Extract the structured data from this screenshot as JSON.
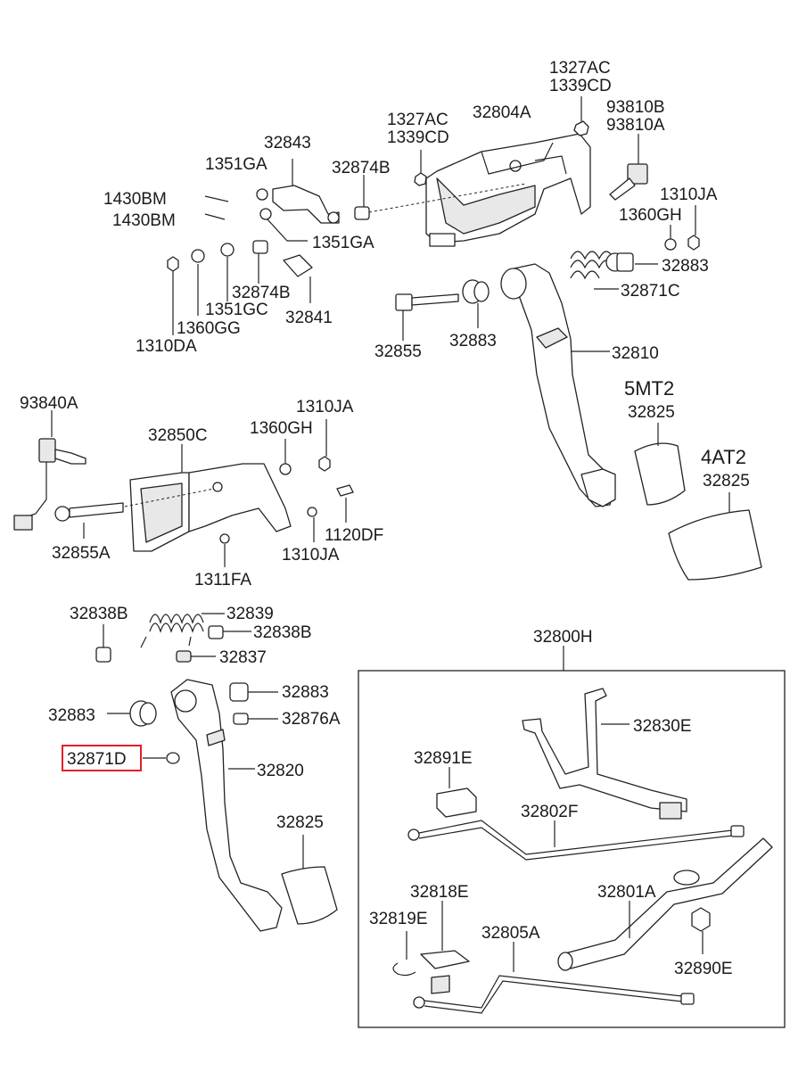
{
  "labels": {
    "p1327AC_top": "1327AC",
    "p1339CD_top": "1339CD",
    "p93810B": "93810B",
    "p93810A": "93810A",
    "p1327AC_mid": "1327AC",
    "p1339CD_mid": "1339CD",
    "p32804A": "32804A",
    "p32843": "32843",
    "p1351GA_a": "1351GA",
    "p32874B_a": "32874B",
    "p1430BM_a": "1430BM",
    "p1430BM_b": "1430BM",
    "p1351GA_b": "1351GA",
    "p1310JA_a": "1310JA",
    "p1360GH_a": "1360GH",
    "p32883_a": "32883",
    "p32874B_b": "32874B",
    "p1351GC": "1351GC",
    "p32841": "32841",
    "p1360GG": "1360GG",
    "p1310DA": "1310DA",
    "p32871C": "32871C",
    "p32855": "32855",
    "p32883_b": "32883",
    "p32810": "32810",
    "p5MT2": "5MT2",
    "p32825_a": "32825",
    "p4AT2": "4AT2",
    "p32825_b": "32825",
    "p93840A": "93840A",
    "p32850C": "32850C",
    "p1310JA_b": "1310JA",
    "p1360GH_b": "1360GH",
    "p32855A": "32855A",
    "p1120DF": "1120DF",
    "p1310JA_c": "1310JA",
    "p1311FA": "1311FA",
    "p32838B_a": "32838B",
    "p32839": "32839",
    "p32838B_b": "32838B",
    "p32837": "32837",
    "p32883_c": "32883",
    "p32883_d": "32883",
    "p32876A": "32876A",
    "p32871D": "32871D",
    "p32820": "32820",
    "p32825_c": "32825",
    "p32800H": "32800H",
    "p32830E": "32830E",
    "p32891E": "32891E",
    "p32802F": "32802F",
    "p32818E": "32818E",
    "p32801A": "32801A",
    "p32819E": "32819E",
    "p32805A": "32805A",
    "p32890E": "32890E"
  },
  "highlighted_part": "32871D",
  "colors": {
    "highlight": "#e0202a",
    "line": "#222222"
  }
}
